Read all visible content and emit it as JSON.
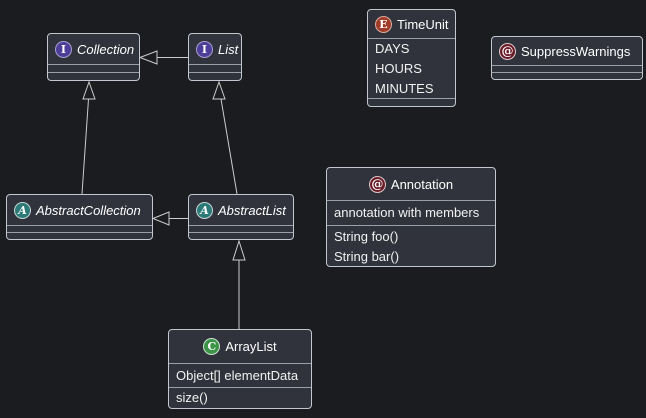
{
  "diagram": {
    "kind": "uml-class-diagram",
    "background_color": "#1a1c1f",
    "box_fill_color": "#30333b",
    "box_border_color": "#c3c7cf",
    "edge_color": "#cccccc",
    "boxes": {
      "collection": {
        "name": "Collection",
        "stereotype": "interface",
        "icon": {
          "letter": "I",
          "color": "#4c3e99"
        }
      },
      "list": {
        "name": "List",
        "stereotype": "interface",
        "icon": {
          "letter": "I",
          "color": "#4c3e99"
        }
      },
      "timeunit": {
        "name": "TimeUnit",
        "stereotype": "enum",
        "icon": {
          "letter": "E",
          "color": "#a03b28"
        },
        "values": [
          "DAYS",
          "HOURS",
          "MINUTES"
        ]
      },
      "suppresswarnings": {
        "name": "SuppressWarnings",
        "stereotype": "annotation",
        "icon": {
          "letter": "@",
          "color": "#691c27"
        }
      },
      "abstractcollection": {
        "name": "AbstractCollection",
        "stereotype": "abstract",
        "icon": {
          "letter": "A",
          "color": "#2b7a77"
        }
      },
      "abstractlist": {
        "name": "AbstractList",
        "stereotype": "abstract",
        "icon": {
          "letter": "A",
          "color": "#2b7a77"
        }
      },
      "annotation": {
        "name": "Annotation",
        "stereotype": "annotation",
        "icon": {
          "letter": "@",
          "color": "#691c27"
        },
        "note": "annotation with members",
        "methods": [
          "String foo()",
          "String bar()"
        ]
      },
      "arraylist": {
        "name": "ArrayList",
        "stereotype": "class",
        "icon": {
          "letter": "C",
          "color": "#3b9448"
        },
        "fields": [
          "Object[] elementData"
        ],
        "methods": [
          "size()"
        ]
      }
    },
    "edges": [
      {
        "from": "List",
        "to": "Collection",
        "type": "extends"
      },
      {
        "from": "AbstractCollection",
        "to": "Collection",
        "type": "extends"
      },
      {
        "from": "AbstractList",
        "to": "List",
        "type": "extends"
      },
      {
        "from": "AbstractList",
        "to": "AbstractCollection",
        "type": "extends"
      },
      {
        "from": "ArrayList",
        "to": "AbstractList",
        "type": "extends"
      }
    ]
  }
}
